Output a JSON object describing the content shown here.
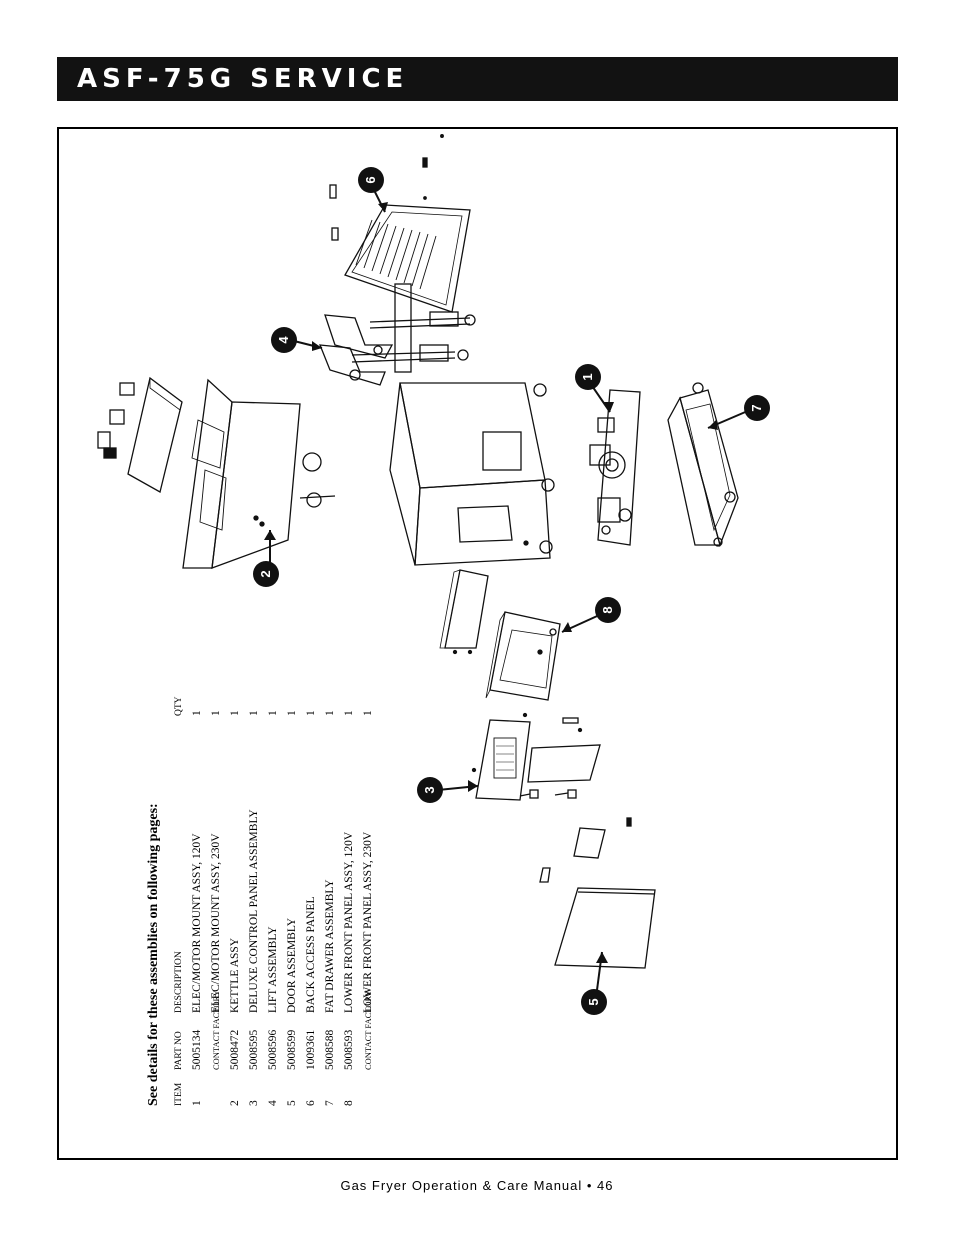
{
  "header": {
    "title": "ASF-75G SERVICE"
  },
  "parts_list": {
    "heading": "See details for these assemblies on following pages:",
    "columns": {
      "item": "ITEM",
      "part_no": "PART NO",
      "description": "DESCRIPTION",
      "qty": "QTY"
    },
    "rows": [
      {
        "item": "1",
        "part_no": "5005134",
        "description": "ELEC/MOTOR MOUNT ASSY, 120V",
        "qty": "1",
        "small": false
      },
      {
        "item": "",
        "part_no": "CONTACT FACTORY",
        "description": "ELEC/MOTOR MOUNT ASSY, 230V",
        "qty": "1",
        "small": true
      },
      {
        "item": "2",
        "part_no": "5008472",
        "description": "KETTLE ASSY",
        "qty": "1",
        "small": false
      },
      {
        "item": "3",
        "part_no": "5008595",
        "description": "DELUXE CONTROL PANEL ASSEMBLY",
        "qty": "1",
        "small": false
      },
      {
        "item": "4",
        "part_no": "5008596",
        "description": "LIFT ASSEMBLY",
        "qty": "1",
        "small": false
      },
      {
        "item": "5",
        "part_no": "5008599",
        "description": "DOOR ASSEMBLY",
        "qty": "1",
        "small": false
      },
      {
        "item": "6",
        "part_no": "1009361",
        "description": "BACK ACCESS PANEL",
        "qty": "1",
        "small": false
      },
      {
        "item": "7",
        "part_no": "5008588",
        "description": "FAT DRAWER ASSEMBLY",
        "qty": "1",
        "small": false
      },
      {
        "item": "8",
        "part_no": "5008593",
        "description": "LOWER FRONT PANEL ASSY, 120V",
        "qty": "1",
        "small": false
      },
      {
        "item": "",
        "part_no": "CONTACT FACTORY",
        "description": "LOWER FRONT PANEL ASSY, 230V",
        "qty": "1",
        "small": true
      }
    ]
  },
  "callouts": [
    "1",
    "2",
    "3",
    "4",
    "5",
    "6",
    "7",
    "8"
  ],
  "footer": {
    "text": "Gas Fryer Operation & Care Manual • 46"
  }
}
